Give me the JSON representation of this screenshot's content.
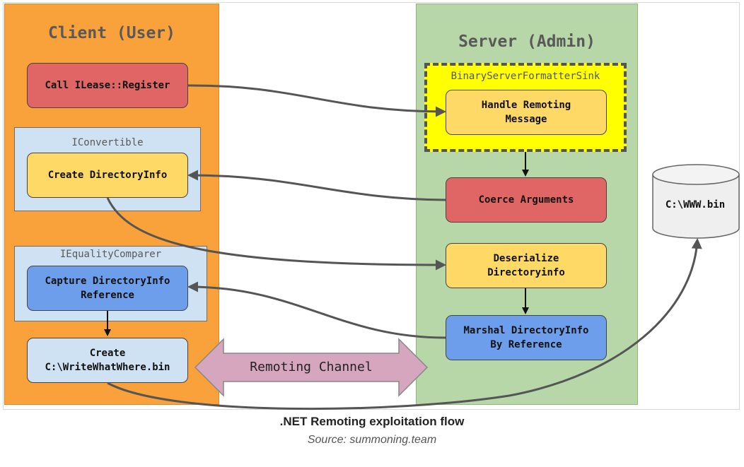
{
  "diagram": {
    "client": {
      "title": "Client (User)",
      "call_register": "Call ILease::Register",
      "iconvertible_group": "IConvertible",
      "create_directoryinfo": "Create DirectoryInfo",
      "iequalitycomparer_group": "IEqualityComparer",
      "capture_reference": "Capture DirectoryInfo\nReference",
      "create_file": "Create\nC:\\WriteWhatWhere.bin"
    },
    "server": {
      "title": "Server (Admin)",
      "sink_label": "BinaryServerFormatterSink",
      "handle_message": "Handle Remoting\nMessage",
      "coerce_arguments": "Coerce Arguments",
      "deserialize": "Deserialize\nDirectoryinfo",
      "marshal": "Marshal DirectoryInfo\nBy Reference"
    },
    "storage": {
      "label": "C:\\WWW.bin"
    },
    "channel": {
      "label": "Remoting Channel"
    },
    "colors": {
      "client_panel": "#f9a23c",
      "server_panel": "#b7d7a8",
      "interface_group": "#cfe2f3",
      "red_box": "#e06666",
      "yellow_box": "#ffd966",
      "blue_box": "#6d9eeb",
      "sink_highlight": "#ffff00",
      "channel_arrow": "#d5a6bd"
    }
  },
  "caption": {
    "title": ".NET Remoting exploitation flow",
    "source": "Source: summoning.team"
  }
}
